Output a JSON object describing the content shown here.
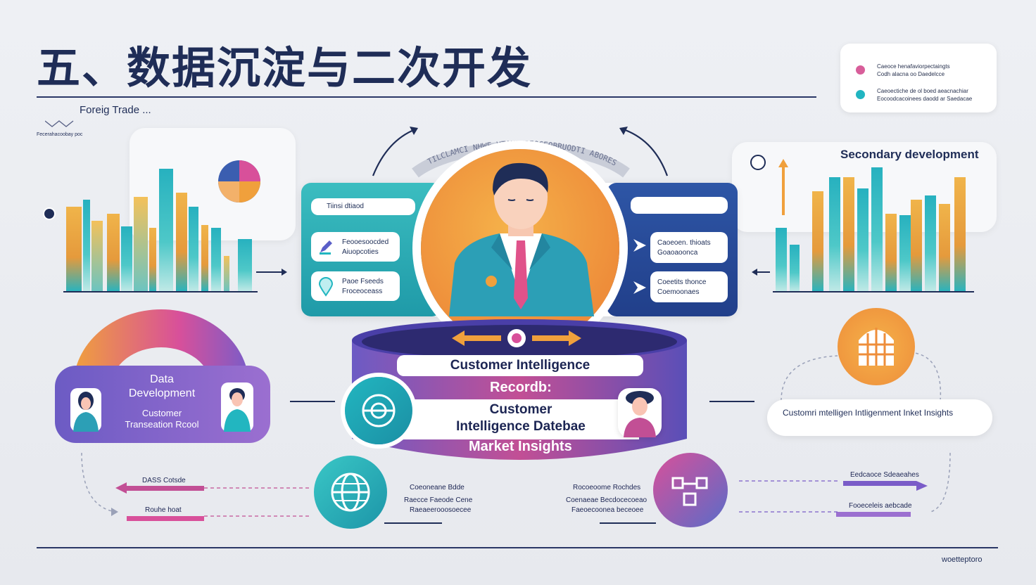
{
  "title": "五、数据沉淀与二次开发",
  "subtitle": "Foreig Trade ...",
  "subcaption": "Fecerahacoobay poc",
  "legend": {
    "items": [
      {
        "line1": "Caeoce henafaviorpectaingts",
        "line2": "Codh alacna oo Daedelcce",
        "color": "#d85e9a"
      },
      {
        "line1": "Caeoectiche de ol boed aeacnachiar",
        "line2": "Eocoodcacoinees daodd ar Saedacae",
        "color": "#21b5c1"
      }
    ]
  },
  "secondary_title": "Secondary development",
  "arc_text": "TILCLAMCI NHWE VTAKBYREOCEOBRUODTI ABORES",
  "left_panel": {
    "header": "Tiinsi dtiaod",
    "item1": [
      "Feooesoocded",
      "Aiuopcoties"
    ],
    "item2": [
      "Paoe Fseeds",
      "Froceoceass"
    ]
  },
  "right_panel": {
    "item1": [
      "Caoeoen. thioats",
      "Goaoaoonca"
    ],
    "item2": [
      "Coeetits thonce",
      "Coemoonaes"
    ]
  },
  "drum": {
    "line1": "Customer Intelligence",
    "line2": "Recordb:",
    "line3a": "Customer",
    "line3b": "Intelligence Datebae",
    "line4": "Market Insights"
  },
  "data_dev": {
    "title_a": "Data",
    "title_b": "Development",
    "sub_a": "Customer",
    "sub_b": "Transeation Rcool"
  },
  "right_note": "Customri mtelligen Intligenment Inket Insights",
  "bottom": {
    "left_a": "DASS Cotsde",
    "left_b": "Rouhe hoat",
    "mid_left_a": "Coeoneane Bdde",
    "mid_left_b": "Raecce Faeode Cene",
    "mid_left_c": "Raeaeerooosoecee",
    "mid_right_a": "Rocoeoome Rochdes",
    "mid_right_b": "Coenaeae Becdocecoeao",
    "mid_right_c": "Faeoecoonea beceoee",
    "right_a": "Eedcaoce Sdeaeahes",
    "right_b": "Fooeceleis aebcade"
  },
  "footer": "woetteptoro",
  "colors": {
    "navy": "#1f2d57",
    "teal": "#22b6c0",
    "orange": "#f0a03c",
    "pink": "#d8509a",
    "purple": "#7a5cc8"
  }
}
